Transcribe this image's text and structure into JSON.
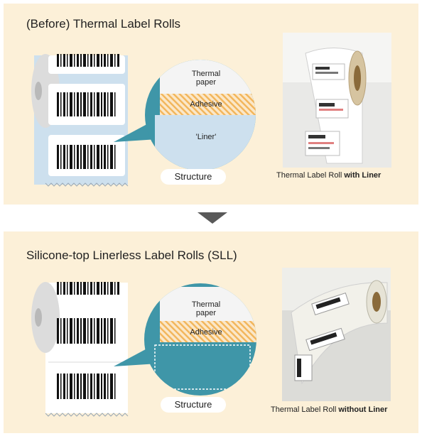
{
  "before": {
    "title": "(Before) Thermal Label Rolls",
    "layers": {
      "thermal": "Thermal\npaper",
      "adhesive": "Adhesive",
      "liner": "'Liner'"
    },
    "structure_label": "Structure",
    "caption": {
      "prefix": "Thermal Label Roll ",
      "bold": "with Liner"
    }
  },
  "after": {
    "title": "Silicone-top Linerless Label Rolls (SLL)",
    "layers": {
      "thermal": "Thermal\npaper",
      "adhesive": "Adhesive"
    },
    "structure_label": "Structure",
    "caption": {
      "prefix": "Thermal Label Roll ",
      "bold": "without Liner"
    }
  },
  "colors": {
    "panel_bg": "#fcf0d8",
    "teal": "#3f96a8",
    "liner": "#cde0ee",
    "adhesive": "#f2b55a",
    "arrow": "#595959"
  }
}
